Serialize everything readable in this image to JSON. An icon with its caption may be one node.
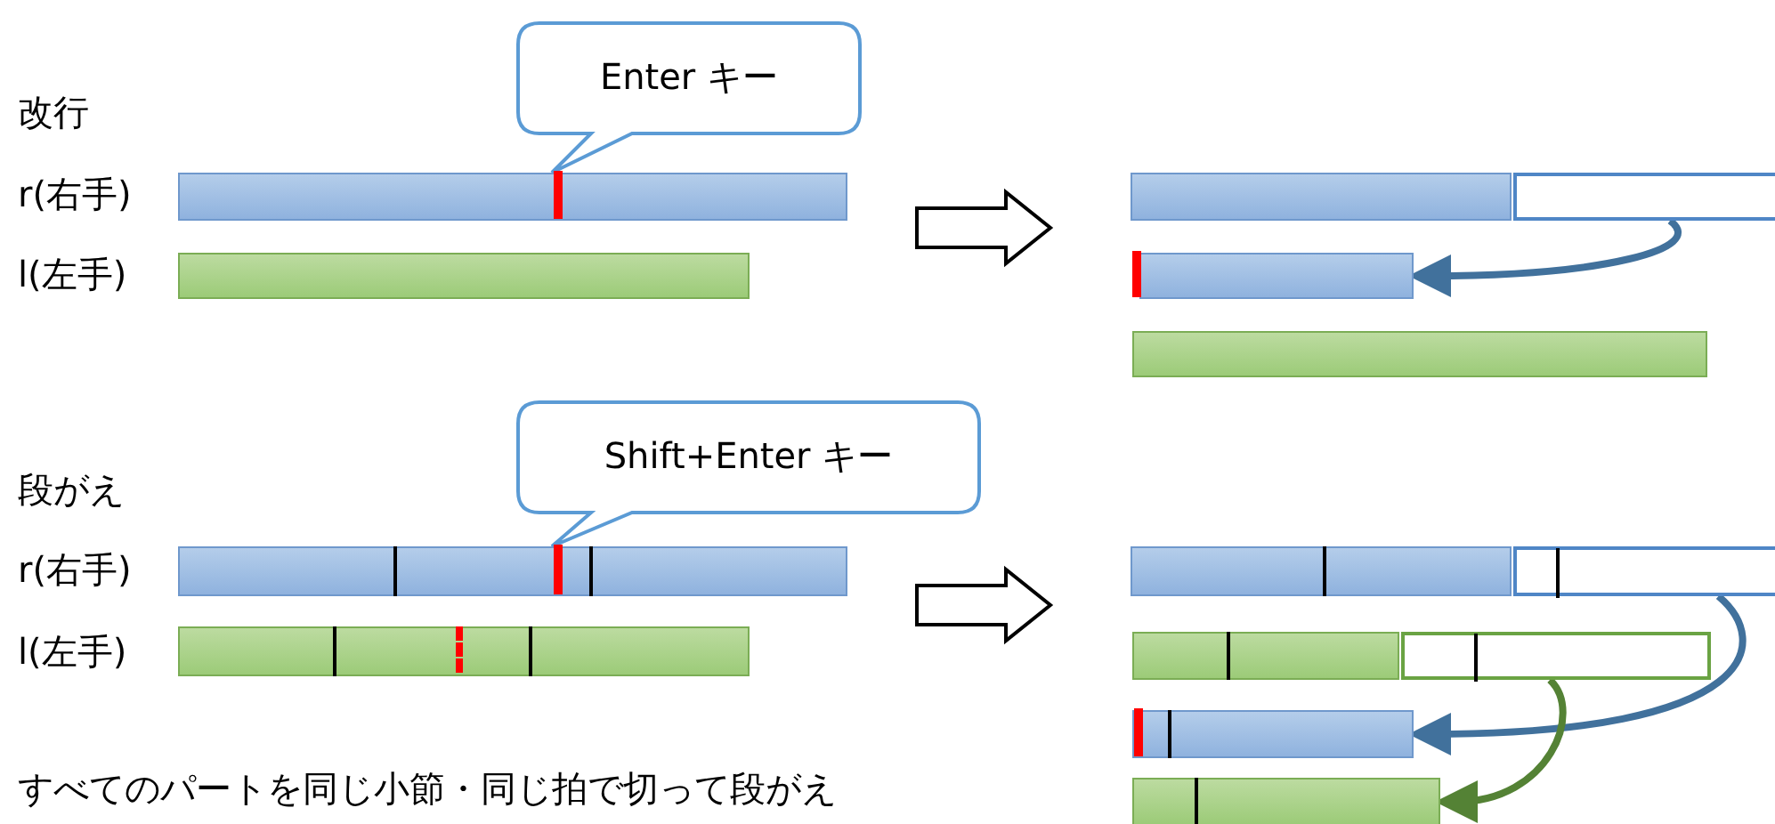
{
  "diagram": {
    "nodes": [
      {
        "text": [
          "Enter キー"
        ]
      },
      {
        "text": [],
        "shape": "bar"
      },
      {
        "text": [],
        "shape": "bar"
      },
      {
        "text": [],
        "shape": "bar"
      },
      {
        "text": [],
        "shape": "bar"
      },
      {
        "text": [],
        "shape": "bar"
      },
      {
        "text": [],
        "shape": "bar"
      },
      {
        "text": [
          "Shift+Enter キー"
        ]
      },
      {
        "text": [],
        "shape": "bar"
      },
      {
        "text": [],
        "shape": "bar"
      },
      {
        "text": [],
        "shape": "bar"
      },
      {
        "text": [],
        "shape": "bar"
      },
      {
        "text": [],
        "shape": "bar"
      },
      {
        "text": [],
        "shape": "bar"
      },
      {
        "text": [],
        "shape": "bar"
      },
      {
        "text": [],
        "shape": "bar"
      }
    ],
    "edges": [
      {
        "from": 4,
        "to": 5,
        "arrow": "to"
      },
      {
        "from": 11,
        "to": 14,
        "arrow": "to"
      },
      {
        "from": 13,
        "to": 15,
        "arrow": "to",
        "color": "#548235"
      }
    ],
    "labels": [
      "改行",
      "r(右手)",
      "l(左手)",
      "段がえ",
      "r(右手)",
      "l(左手)",
      "すべてのパートを同じ小節・同じ拍で切って段がえ"
    ]
  }
}
